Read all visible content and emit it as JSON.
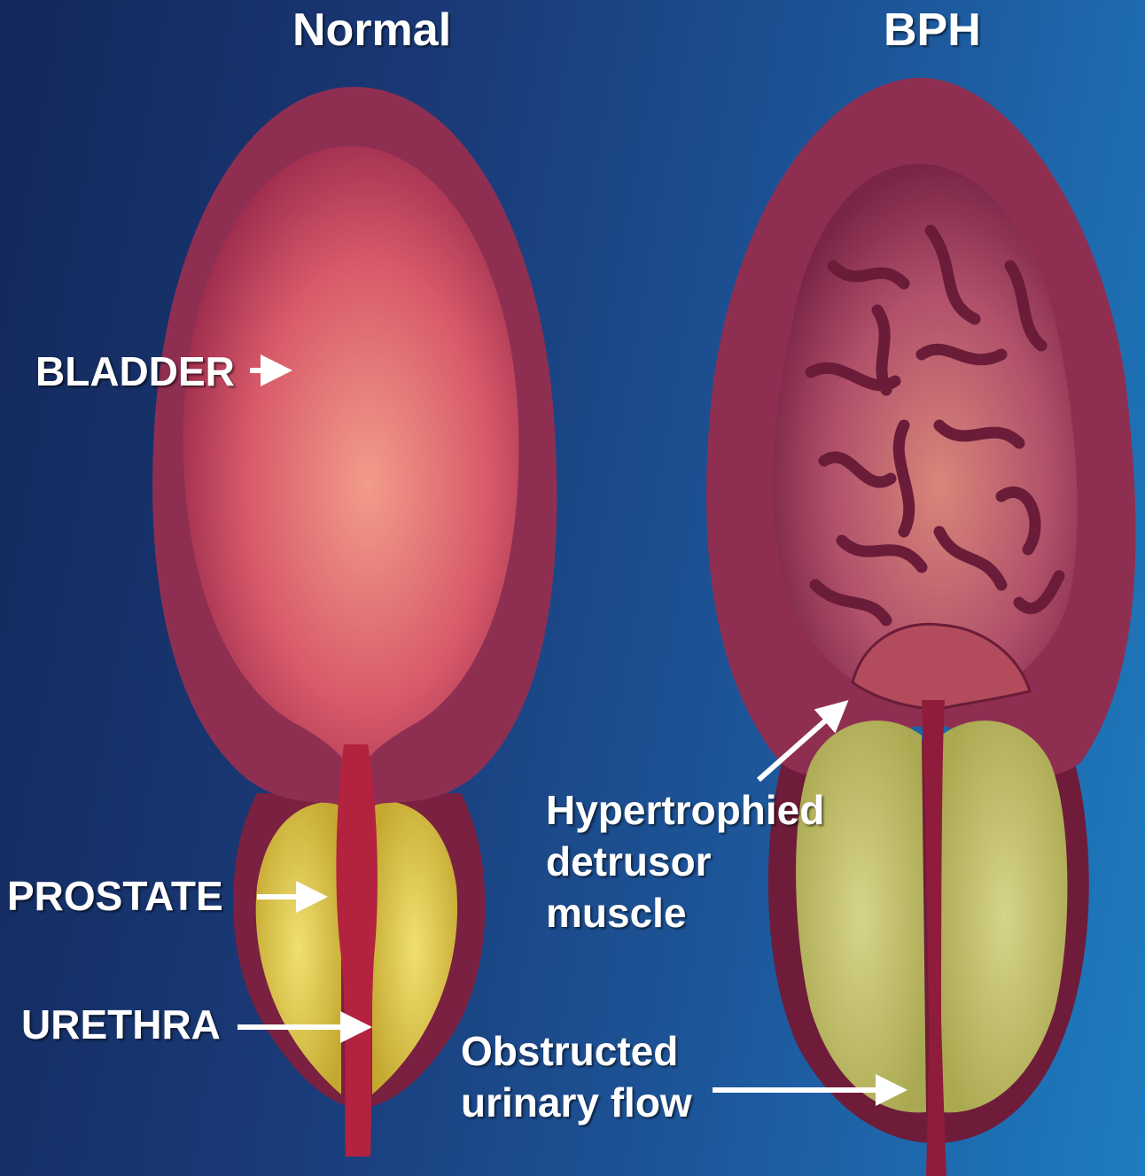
{
  "colors": {
    "background_start": "#13285a",
    "background_end": "#1f7cc0",
    "bladder_wall": "#8e2f52",
    "bladder_lumen": "#e8807a",
    "prostate": "#d6c545",
    "prostate_bph": "#c8c470",
    "urethra": "#b3223f",
    "arrow": "#ffffff",
    "text": "#ffffff"
  },
  "titles": {
    "normal": "Normal",
    "bph": "BPH"
  },
  "labels": {
    "bladder": "BLADDER",
    "prostate": "PROSTATE",
    "urethra": "URETHRA",
    "hypertrophied": "Hypertrophied\ndetrusor\nmuscle",
    "obstructed": "Obstructed\nurinary flow"
  }
}
